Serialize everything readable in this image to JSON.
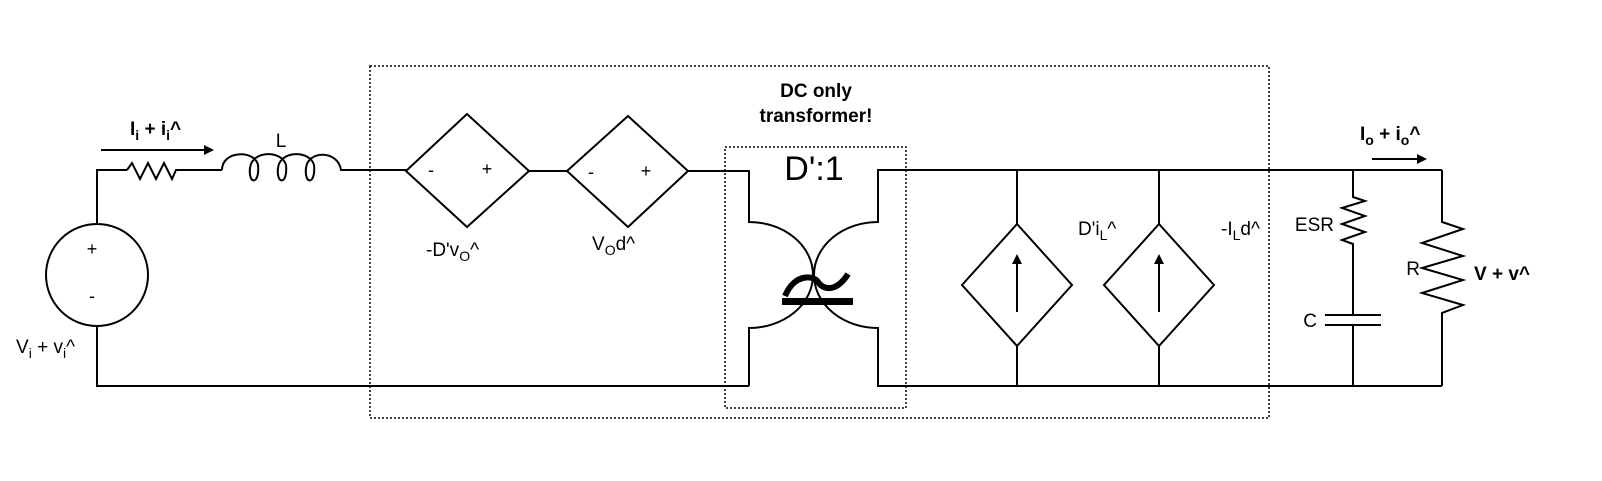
{
  "diagram": {
    "title": "Small-signal averaged boost converter model",
    "block_label_line1": "DC only",
    "block_label_line2": "transformer!",
    "transformer_ratio": "D':1",
    "input_current": {
      "main": "I",
      "sub": "i",
      "plus": " + ",
      "small": "i",
      "small_sub": "i",
      "hat": "^"
    },
    "inductor_label": "L",
    "input_source": {
      "plus": "+",
      "minus": "-",
      "main": "V",
      "sub": "i",
      "plus_sign": " + ",
      "small": "v",
      "small_sub": "i",
      "hat": "^"
    },
    "vsource1": {
      "minus": "-",
      "plus": "+",
      "label_pre": "-D'v",
      "label_sub": "O",
      "label_post": "^"
    },
    "vsource2": {
      "minus": "-",
      "plus": "+",
      "label_pre": "V",
      "label_sub": "O",
      "label_post": "d^"
    },
    "isource1": {
      "label_pre": "D'i",
      "label_sub": "L",
      "label_post": "^"
    },
    "isource2": {
      "label_pre": "-I",
      "label_sub": "L",
      "label_post": "d^"
    },
    "esr_label": "ESR",
    "cap_label": "C",
    "load_label": "R",
    "output_voltage": "V + v^",
    "output_current": {
      "main": "I",
      "sub": "o",
      "plus": " + ",
      "small": "i",
      "small_sub": "o",
      "hat": "^"
    }
  }
}
